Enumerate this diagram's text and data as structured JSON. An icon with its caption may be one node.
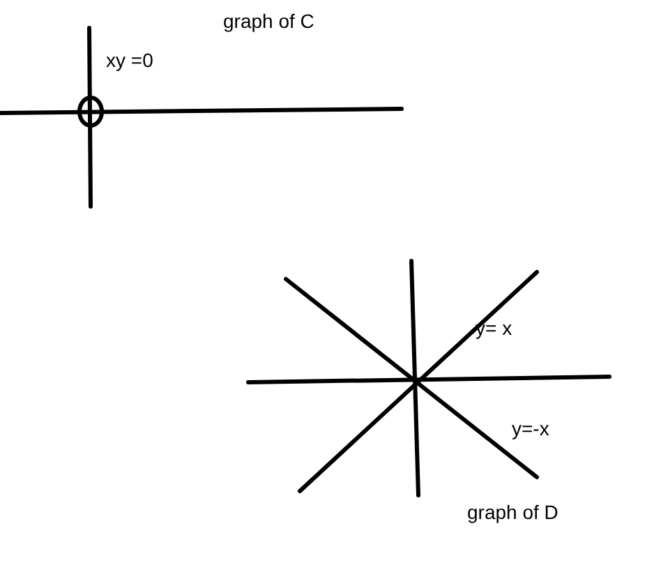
{
  "diagram": {
    "labels": [
      "graph of  C",
      "xy =0",
      "y= x",
      "y=-x",
      "graph of D"
    ]
  }
}
